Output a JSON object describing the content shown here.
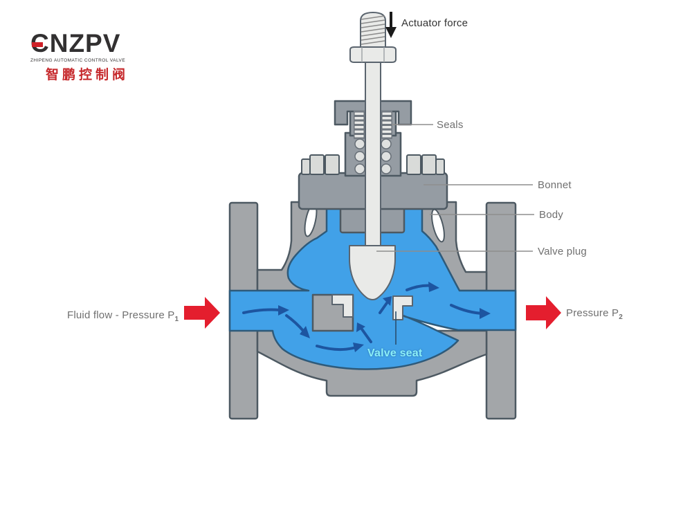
{
  "logo": {
    "brand": "CNZPV",
    "tagline": "ZHIPENG AUTOMATIC CONTROL VALVE",
    "chinese": "智鹏控制阀"
  },
  "labels": {
    "actuator_force": "Actuator force",
    "seals": "Seals",
    "bonnet": "Bonnet",
    "body": "Body",
    "valve_plug": "Valve plug",
    "valve_seat": "Valve seat",
    "fluid_flow": "Fluid flow - Pressure P",
    "fluid_flow_sub": "1",
    "pressure_out": "Pressure P",
    "pressure_out_sub": "2"
  },
  "colors": {
    "body_gray": "#a3a6a9",
    "bonnet_gray": "#959ca3",
    "outline": "#4d5962",
    "fluid_blue": "#41a1e8",
    "fluid_outline": "#2e5a7a",
    "flow_arrow": "#1d55a0",
    "red_arrow": "#e41e2e",
    "metal_light": "#e9eae8",
    "metal_stroke": "#5a646e",
    "bolt_gray": "#d9dbd9",
    "packing_dark": "#7b828a",
    "label_gray": "#6f6f6f",
    "label_dark": "#333333",
    "seat_cyan": "#8beff8",
    "leader_gray": "#8e8e8e",
    "logo_red": "#cf2128",
    "logo_dark": "#323031",
    "chinese_red": "#c6292c"
  }
}
